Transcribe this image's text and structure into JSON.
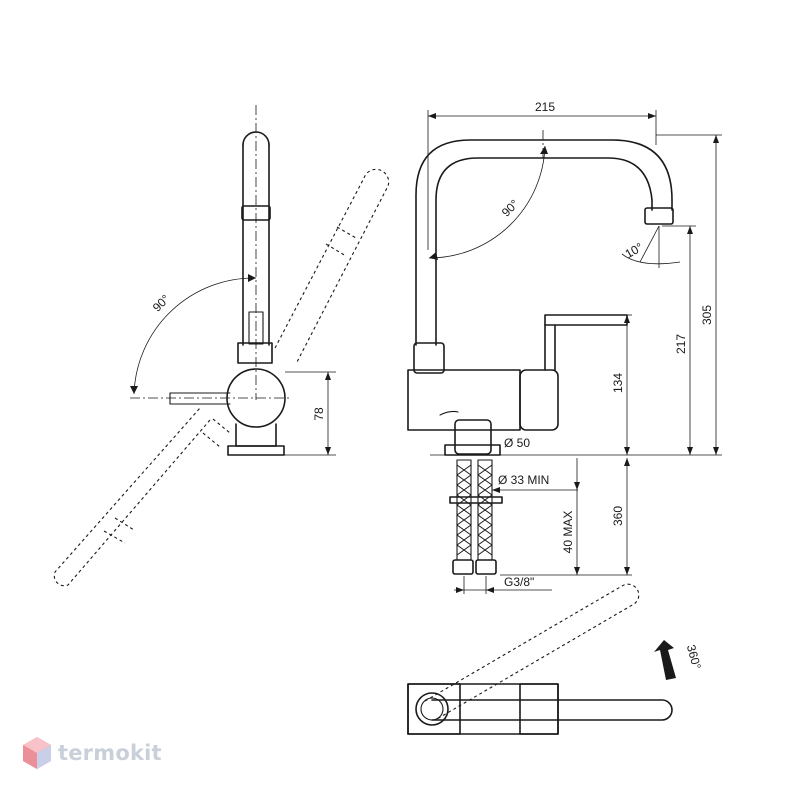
{
  "dimensions": {
    "width_top": "215",
    "total_height": "305",
    "spout_height": "217",
    "body_height": "134",
    "side_height": "78",
    "base_diameter": "Ø 50",
    "hole_diameter": "Ø 33 MIN",
    "max_thickness": "40 MAX",
    "hose_length": "360",
    "thread": "G3/8\""
  },
  "angles": {
    "side_lever": "90°",
    "front_spout": "90°",
    "aerator_tilt": "10°",
    "rotation": "360°"
  },
  "watermark": {
    "text": "termokit",
    "logo_icon": "hexagon-cube-icon"
  }
}
